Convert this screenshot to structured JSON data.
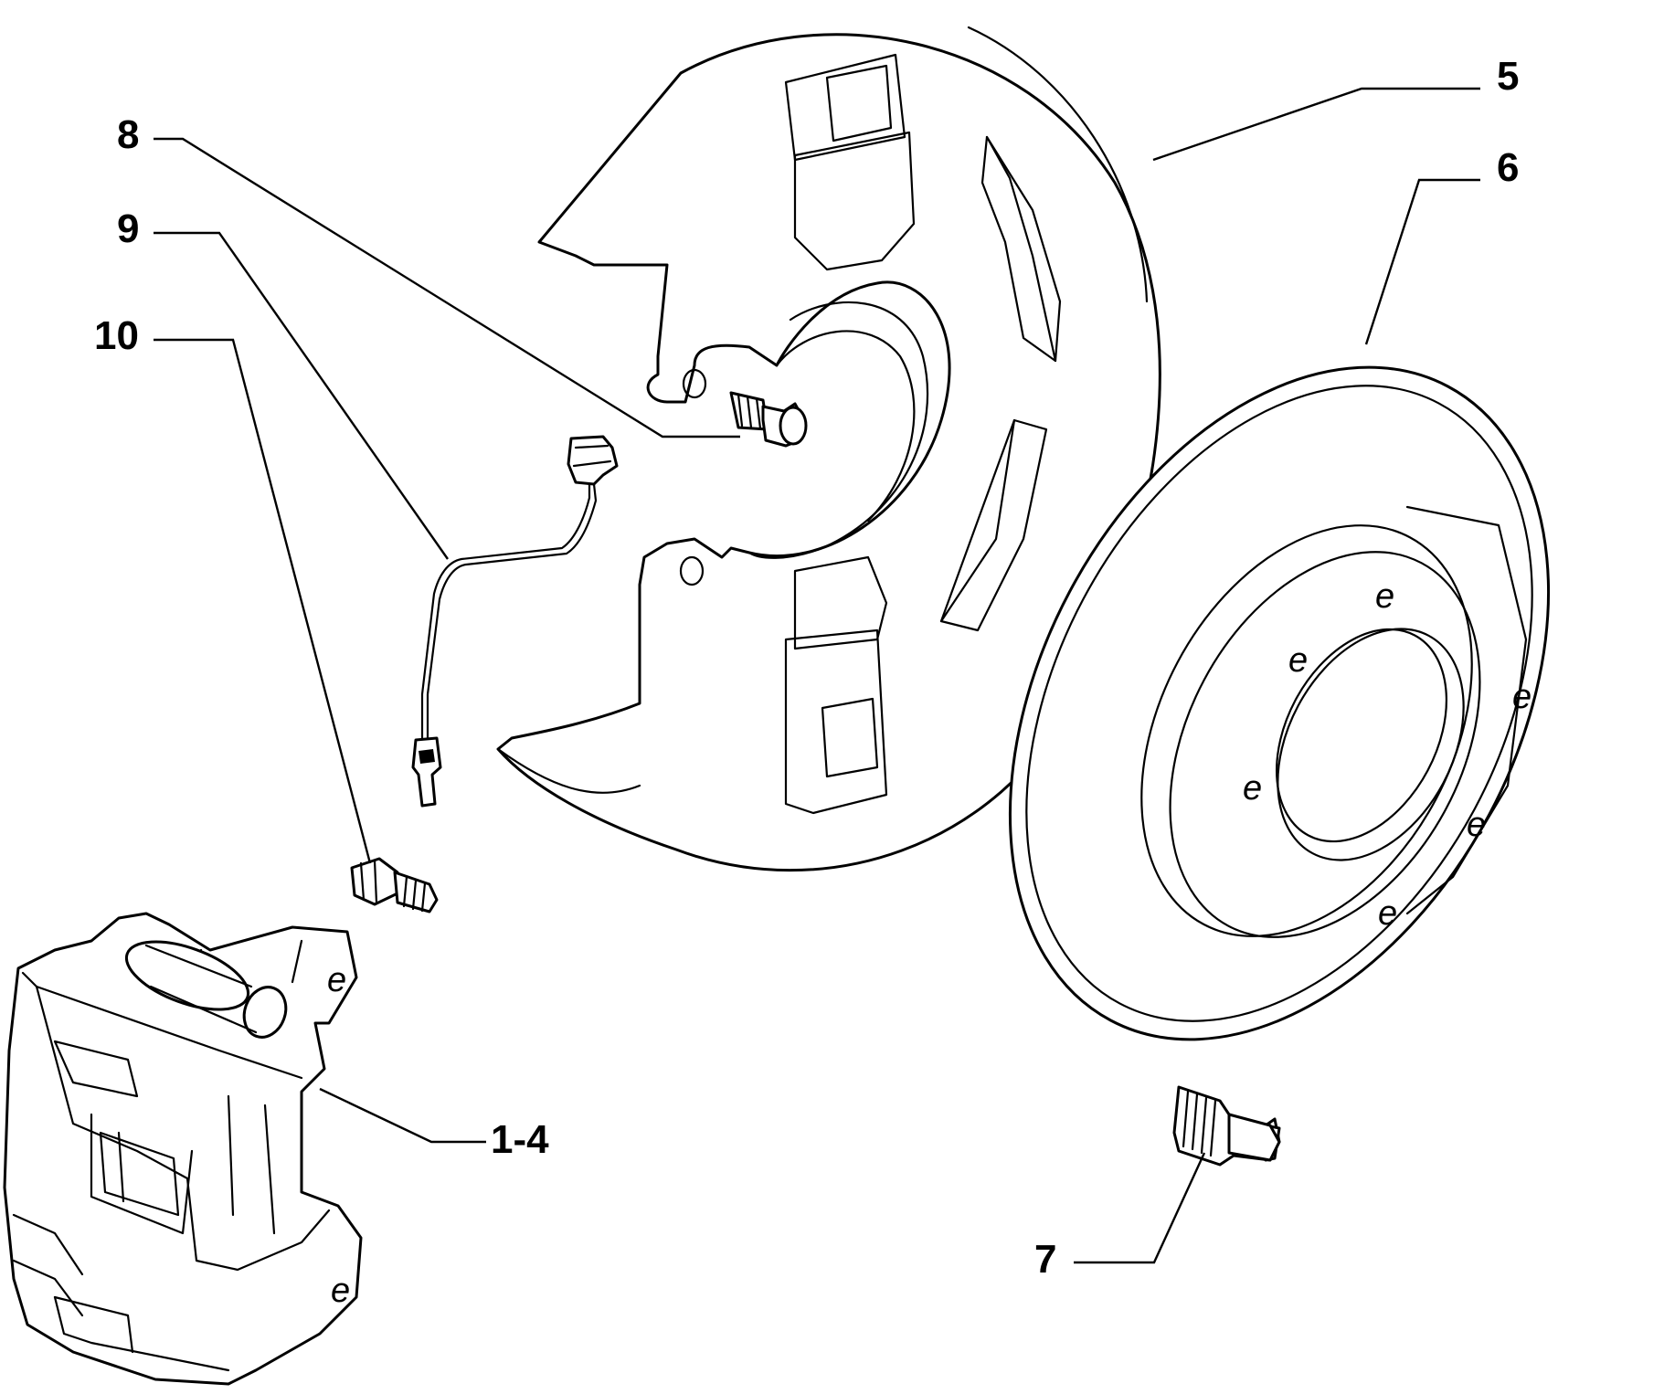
{
  "diagram": {
    "background": "#ffffff",
    "line_color": "#000000",
    "parts": [
      {
        "id": "caliper",
        "callout": "1-4"
      },
      {
        "id": "dust-shield",
        "callout": "5"
      },
      {
        "id": "brake-disc",
        "callout": "6"
      },
      {
        "id": "disc-stud",
        "callout": "7"
      },
      {
        "id": "shield-bolt",
        "callout": "8"
      },
      {
        "id": "wear-sensor",
        "callout": "9"
      },
      {
        "id": "caliper-bolt",
        "callout": "10"
      }
    ]
  }
}
